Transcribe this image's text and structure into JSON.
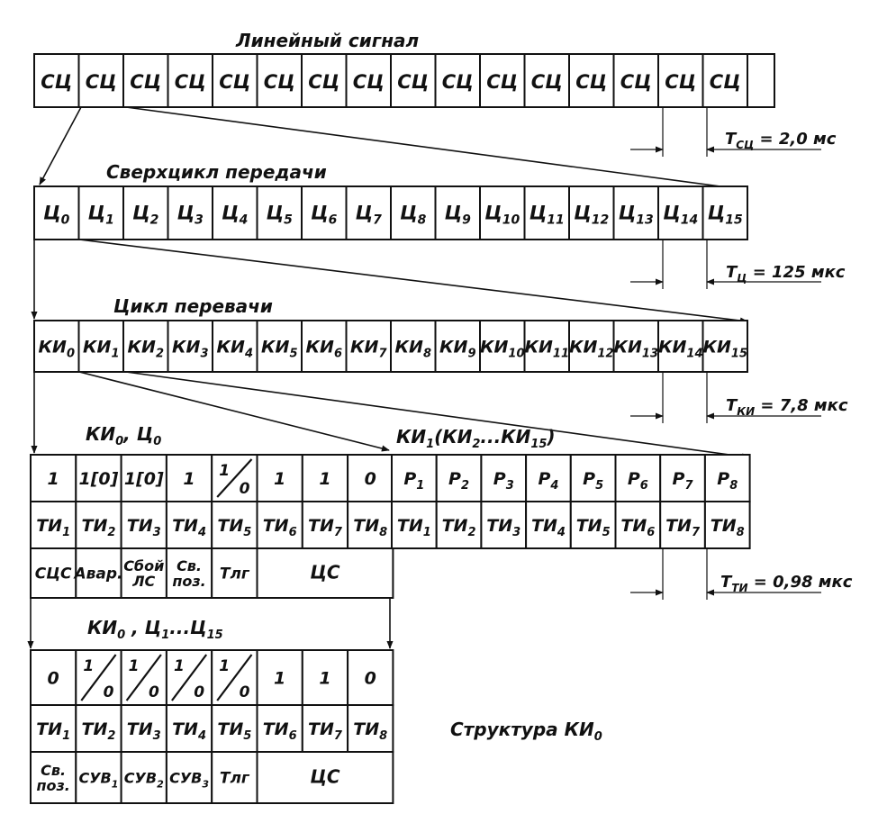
{
  "rows": {
    "line_signal": {
      "title": "Линейный сигнал",
      "cells": [
        "СЦ",
        "СЦ",
        "СЦ",
        "СЦ",
        "СЦ",
        "СЦ",
        "СЦ",
        "СЦ",
        "СЦ",
        "СЦ",
        "СЦ",
        "СЦ",
        "СЦ",
        "СЦ",
        "СЦ",
        "СЦ",
        ""
      ],
      "timing": {
        "label": "T",
        "sub": "СЦ",
        "value": " = 2,0 мс"
      }
    },
    "supercycle": {
      "title": "Сверхцикл передачи",
      "cells": [
        {
          "main": "Ц",
          "sub": "0"
        },
        {
          "main": "Ц",
          "sub": "1"
        },
        {
          "main": "Ц",
          "sub": "2"
        },
        {
          "main": "Ц",
          "sub": "3"
        },
        {
          "main": "Ц",
          "sub": "4"
        },
        {
          "main": "Ц",
          "sub": "5"
        },
        {
          "main": "Ц",
          "sub": "6"
        },
        {
          "main": "Ц",
          "sub": "7"
        },
        {
          "main": "Ц",
          "sub": "8"
        },
        {
          "main": "Ц",
          "sub": "9"
        },
        {
          "main": "Ц",
          "sub": "10"
        },
        {
          "main": "Ц",
          "sub": "11"
        },
        {
          "main": "Ц",
          "sub": "12"
        },
        {
          "main": "Ц",
          "sub": "13"
        },
        {
          "main": "Ц",
          "sub": "14"
        },
        {
          "main": "Ц",
          "sub": "15"
        }
      ],
      "timing": {
        "label": "T",
        "sub": "Ц",
        "value": " = 125 мкс"
      }
    },
    "cycle": {
      "title": "Цикл перевачи",
      "cells": [
        {
          "main": "КИ",
          "sub": "0"
        },
        {
          "main": "КИ",
          "sub": "1"
        },
        {
          "main": "КИ",
          "sub": "2"
        },
        {
          "main": "КИ",
          "sub": "3"
        },
        {
          "main": "КИ",
          "sub": "4"
        },
        {
          "main": "КИ",
          "sub": "5"
        },
        {
          "main": "КИ",
          "sub": "6"
        },
        {
          "main": "КИ",
          "sub": "7"
        },
        {
          "main": "КИ",
          "sub": "8"
        },
        {
          "main": "КИ",
          "sub": "9"
        },
        {
          "main": "КИ",
          "sub": "10"
        },
        {
          "main": "КИ",
          "sub": "11"
        },
        {
          "main": "КИ",
          "sub": "12"
        },
        {
          "main": "КИ",
          "sub": "13"
        },
        {
          "main": "КИ",
          "sub": "14"
        },
        {
          "main": "КИ",
          "sub": "15"
        }
      ],
      "timing": {
        "label": "T",
        "sub": "КИ",
        "value": " = 7,8 мкс"
      }
    }
  },
  "ki0_c0": {
    "title": {
      "main": "КИ",
      "sub": "0",
      "rest": ", Ц",
      "sub2": "0"
    },
    "bits": [
      {
        "t": "1"
      },
      {
        "t": "1[0]"
      },
      {
        "t": "1[0]"
      },
      {
        "t": "1"
      },
      {
        "frac": [
          "1",
          "0"
        ]
      },
      {
        "t": "1"
      },
      {
        "t": "1"
      },
      {
        "t": "0"
      }
    ],
    "ti": [
      {
        "main": "ТИ",
        "sub": "1"
      },
      {
        "main": "ТИ",
        "sub": "2"
      },
      {
        "main": "ТИ",
        "sub": "3"
      },
      {
        "main": "ТИ",
        "sub": "4"
      },
      {
        "main": "ТИ",
        "sub": "5"
      },
      {
        "main": "ТИ",
        "sub": "6"
      },
      {
        "main": "ТИ",
        "sub": "7"
      },
      {
        "main": "ТИ",
        "sub": "8"
      }
    ],
    "func": [
      {
        "lines": [
          "СЦС"
        ],
        "span": 1
      },
      {
        "lines": [
          "Авар."
        ],
        "span": 1
      },
      {
        "lines": [
          "Сбой",
          "ЛС"
        ],
        "span": 1
      },
      {
        "lines": [
          "Св.",
          "поз."
        ],
        "span": 1
      },
      {
        "lines": [
          "Тлг"
        ],
        "span": 1
      },
      {
        "lines": [
          "ЦС"
        ],
        "span": 3
      }
    ]
  },
  "ki1": {
    "title": {
      "main": "КИ",
      "sub": "1",
      "rest": "(КИ",
      "sub2": "2",
      "mid": "...КИ",
      "sub3": "15",
      "end": ")"
    },
    "bits": [
      {
        "main": "Р",
        "sub": "1"
      },
      {
        "main": "Р",
        "sub": "2"
      },
      {
        "main": "Р",
        "sub": "3"
      },
      {
        "main": "Р",
        "sub": "4"
      },
      {
        "main": "Р",
        "sub": "5"
      },
      {
        "main": "Р",
        "sub": "6"
      },
      {
        "main": "Р",
        "sub": "7"
      },
      {
        "main": "Р",
        "sub": "8"
      }
    ],
    "ti": [
      {
        "main": "ТИ",
        "sub": "1"
      },
      {
        "main": "ТИ",
        "sub": "2"
      },
      {
        "main": "ТИ",
        "sub": "3"
      },
      {
        "main": "ТИ",
        "sub": "4"
      },
      {
        "main": "ТИ",
        "sub": "5"
      },
      {
        "main": "ТИ",
        "sub": "6"
      },
      {
        "main": "ТИ",
        "sub": "7"
      },
      {
        "main": "ТИ",
        "sub": "8"
      }
    ],
    "timing": {
      "label": "T",
      "sub": "ТИ",
      "value": " = 0,98 мкс"
    }
  },
  "ki0_c1_15": {
    "title": {
      "main": "КИ",
      "sub": "0",
      "rest": " , Ц",
      "sub2": "1",
      "mid": "...Ц",
      "sub3": "15"
    },
    "bits": [
      {
        "t": "0"
      },
      {
        "frac": [
          "1",
          "0"
        ]
      },
      {
        "frac": [
          "1",
          "0"
        ]
      },
      {
        "frac": [
          "1",
          "0"
        ]
      },
      {
        "frac": [
          "1",
          "0"
        ]
      },
      {
        "t": "1"
      },
      {
        "t": "1"
      },
      {
        "t": "0"
      }
    ],
    "ti": [
      {
        "main": "ТИ",
        "sub": "1"
      },
      {
        "main": "ТИ",
        "sub": "2"
      },
      {
        "main": "ТИ",
        "sub": "3"
      },
      {
        "main": "ТИ",
        "sub": "4"
      },
      {
        "main": "ТИ",
        "sub": "5"
      },
      {
        "main": "ТИ",
        "sub": "6"
      },
      {
        "main": "ТИ",
        "sub": "7"
      },
      {
        "main": "ТИ",
        "sub": "8"
      }
    ],
    "func": [
      {
        "lines": [
          "Св.",
          "поз."
        ],
        "span": 1
      },
      {
        "main": "СУВ",
        "sub": "1",
        "span": 1
      },
      {
        "main": "СУВ",
        "sub": "2",
        "span": 1
      },
      {
        "main": "СУВ",
        "sub": "3",
        "span": 1
      },
      {
        "lines": [
          "Тлг"
        ],
        "span": 1
      },
      {
        "lines": [
          "ЦС"
        ],
        "span": 3
      }
    ]
  },
  "caption": {
    "main": "Структура КИ",
    "sub": "0"
  }
}
